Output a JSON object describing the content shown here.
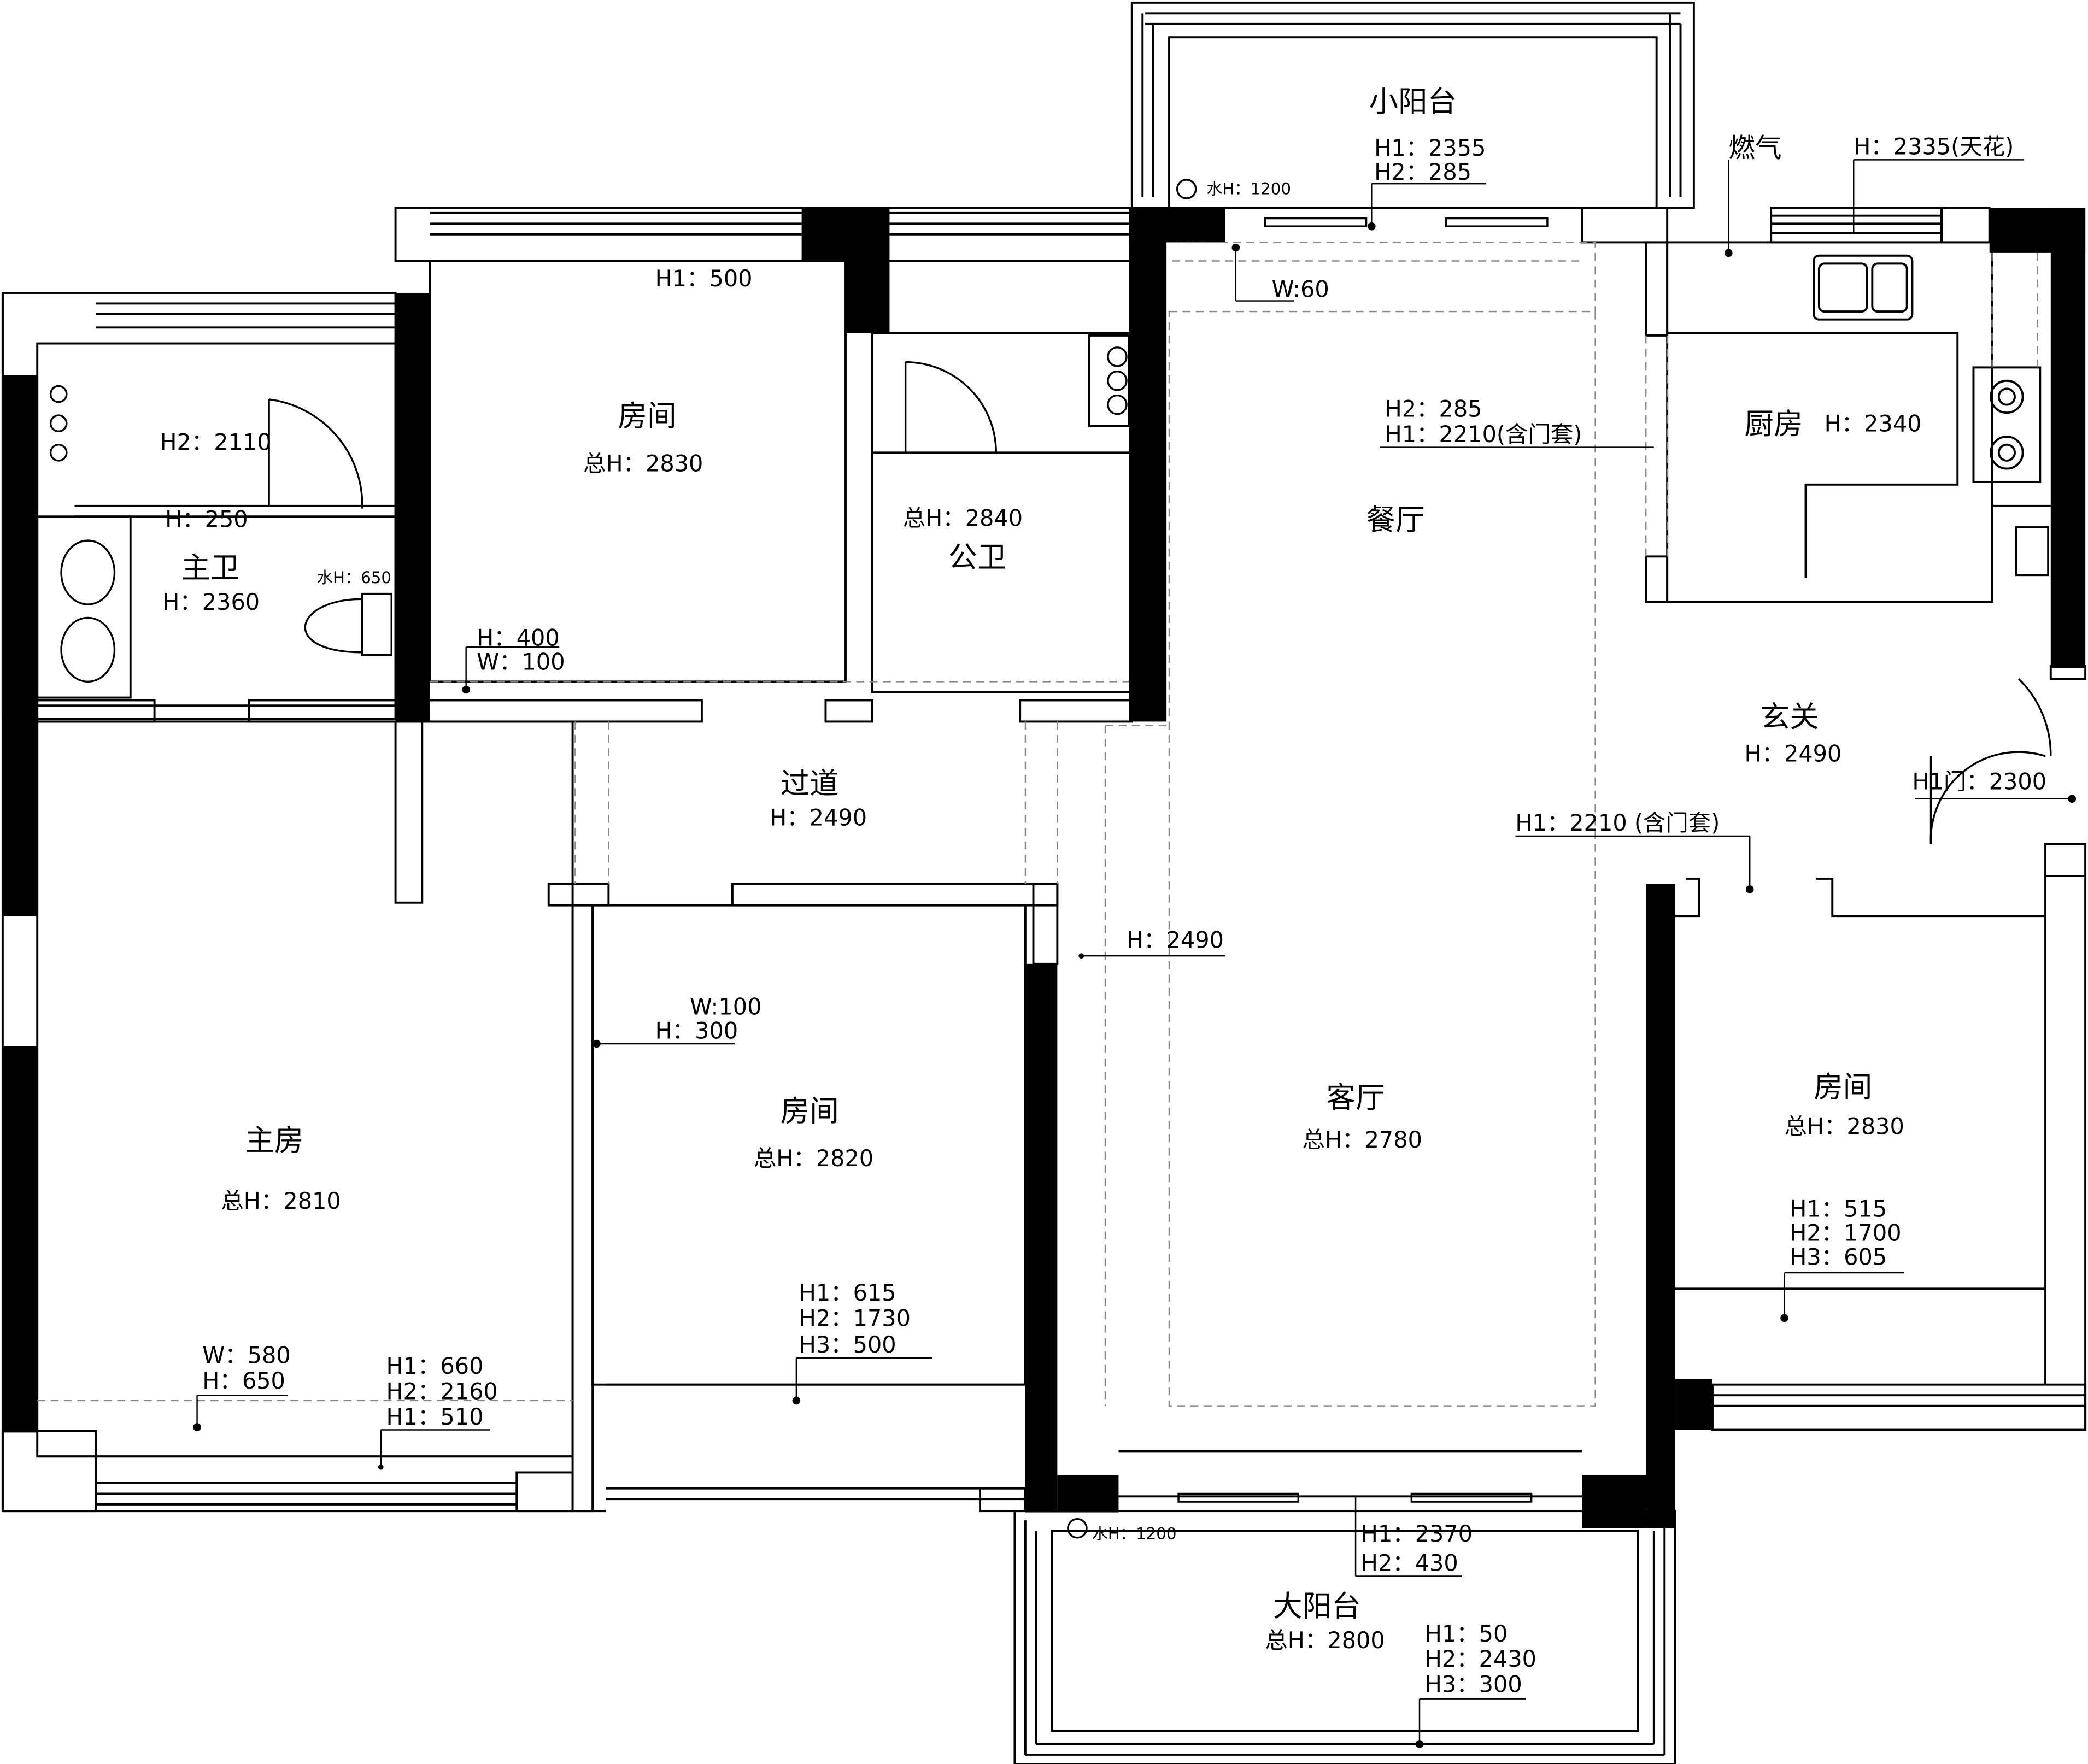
{
  "rooms": {
    "small_balcony": "小阳台",
    "dining": "餐厅",
    "kitchen": "厨房",
    "gas": "燃气",
    "master_bath": "主卫",
    "public_bath": "公卫",
    "room_top": "房间",
    "corridor": "过道",
    "foyer": "玄关",
    "master_room": "主房",
    "room_mid": "房间",
    "living": "客厅",
    "room_right": "房间",
    "big_balcony": "大阳台"
  },
  "labels": {
    "sb_h1": "H1：2355",
    "sb_h2": "H2：285",
    "sb_water": "水H：1200",
    "ceiling": "H：2335(天花)",
    "w60": "W:60",
    "top_room_h1": "H1：500",
    "top_room_total": "总H：2830",
    "bath_h2": "H2：2110",
    "bath_h250": "H：250",
    "bath_h": "H：2360",
    "bath_water": "水H：650",
    "h400": "H：400",
    "w100": "W：100",
    "pub_total": "总H：2840",
    "dining_h2": "H2：285",
    "dining_h1": "H1：2210(含门套)",
    "kitchen_h": "H：2340",
    "corr_h": "H：2490",
    "foyer_h": "H：2490",
    "foyer_door": "H1门：2300",
    "foyer_h1": "H1：2210 (含门套)",
    "living_h": "H：2490",
    "w100b": "W:100",
    "h300": "H：300",
    "master_total": "总H：2810",
    "room_mid_total": "总H：2820",
    "living_total": "总H：2780",
    "room_right_total": "总H：2830",
    "rr_h1": "H1：515",
    "rr_h2": "H2：1700",
    "rr_h3": "H3：605",
    "rm_h1": "H1：615",
    "rm_h2": "H2：1730",
    "rm_h3": "H3：500",
    "m_w": "W：580",
    "m_h": "H：650",
    "m_h1": "H1：660",
    "m_h2": "H2：2160",
    "m_h1b": "H1：510",
    "bb_water": "水H：1200",
    "bb_h1": "H1：2370",
    "bb_h2": "H2：430",
    "bb_total": "总H：2800",
    "bb_w1": "H1：50",
    "bb_w2": "H2：2430",
    "bb_w3": "H3：300"
  }
}
